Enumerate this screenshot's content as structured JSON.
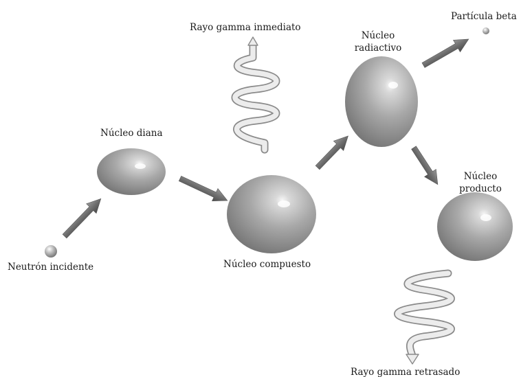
{
  "labels": {
    "neutron": "Neutrón incidente",
    "target": "Núcleo diana",
    "compound": "Núcleo compuesto",
    "prompt_gamma": "Rayo gamma inmediato",
    "radioactive_line1": "Núcleo",
    "radioactive_line2": "radiactivo",
    "beta": "Partícula beta",
    "product_line1": "Núcleo",
    "product_line2": "producto",
    "delayed_gamma": "Rayo gamma retrasado"
  },
  "colors": {
    "nucleus": "#9a9a9a",
    "arrow": "#6f6f6f",
    "wave": "#e8e8e8",
    "text": "#1a1a1a"
  },
  "icons": {
    "nucleus": "nucleus-ellipsoid-icon",
    "particle": "particle-sphere-icon",
    "gamma": "gamma-ray-coil-icon",
    "arrow": "process-arrow-icon"
  }
}
